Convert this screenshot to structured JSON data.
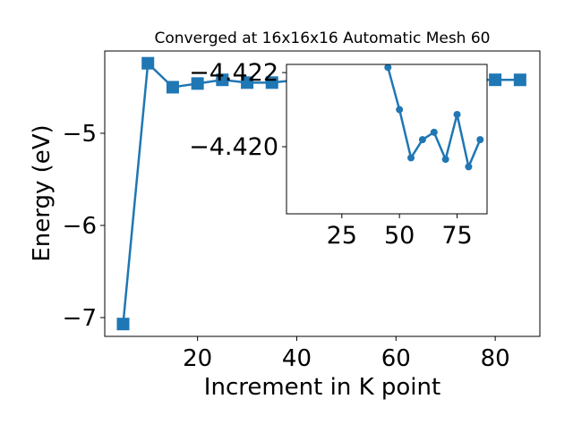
{
  "chart_data": [
    {
      "type": "line",
      "title": "Converged at 16x16x16 Automatic Mesh 60",
      "xlabel": "Increment in K point",
      "ylabel": "Energy (eV)",
      "xlim": [
        1.3,
        89
      ],
      "ylim": [
        -7.204,
        -4.107
      ],
      "xticks": [
        20,
        40,
        60,
        80
      ],
      "xtick_labels": [
        "20",
        "40",
        "60",
        "80"
      ],
      "yticks": [
        -5,
        -6,
        -7
      ],
      "ytick_labels": [
        "−5",
        "−6",
        "−7"
      ],
      "grid": false,
      "marker": "square",
      "color": "#1f77b4",
      "x": [
        5,
        10,
        15,
        20,
        25,
        30,
        35,
        40,
        45,
        50,
        55,
        60,
        65,
        70,
        75,
        80,
        85
      ],
      "y": [
        -7.07,
        -4.24,
        -4.5,
        -4.46,
        -4.42,
        -4.45,
        -4.45,
        -4.4215,
        -4.4221,
        -4.421,
        -4.4197,
        -4.4202,
        -4.4204,
        -4.4197,
        -4.4209,
        -4.4195,
        -4.4202
      ]
    },
    {
      "type": "line",
      "title": "",
      "inset": true,
      "xlim": [
        1,
        88
      ],
      "ylim": [
        -4.42222,
        -4.41819
      ],
      "y_inverted": true,
      "xticks": [
        25,
        50,
        75
      ],
      "xtick_labels": [
        "25",
        "50",
        "75"
      ],
      "yticks": [
        -4.422,
        -4.42
      ],
      "ytick_labels": [
        "−4.422",
        "−4.420"
      ],
      "marker": "circle",
      "color": "#1f77b4",
      "x": [
        45,
        50,
        55,
        60,
        65,
        70,
        75,
        80,
        85
      ],
      "y": [
        -4.42214,
        -4.421,
        -4.4197,
        -4.42019,
        -4.42039,
        -4.41966,
        -4.42087,
        -4.41946,
        -4.42019
      ]
    }
  ]
}
